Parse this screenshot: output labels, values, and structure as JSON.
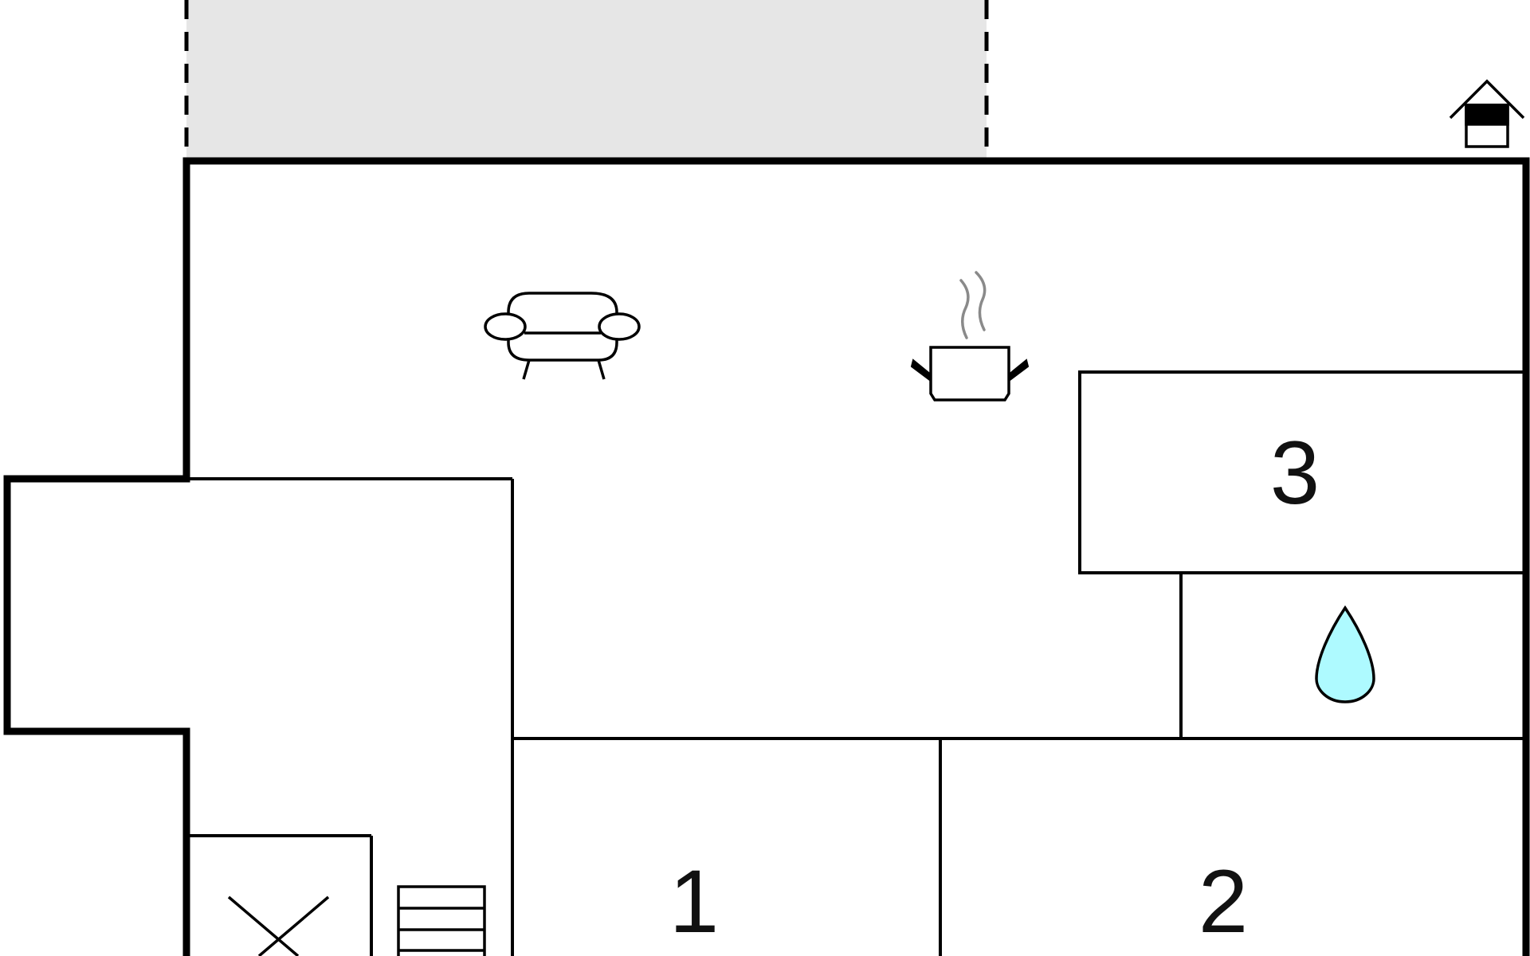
{
  "rooms": {
    "bedroom_1": {
      "label": "1"
    },
    "bedroom_2": {
      "label": "2"
    },
    "bedroom_3": {
      "label": "3"
    }
  },
  "icons": {
    "terrace": "terrace-area",
    "entrance": "house-entrance-icon",
    "living": "sofa-icon",
    "kitchen": "cooking-pot-icon",
    "bathroom": "water-drop-icon",
    "storage": "cross-box-icon",
    "stairs": "stairs-icon"
  },
  "colors": {
    "terrace": "#e6e6e6",
    "wall": "#000000",
    "water": "#aefaff",
    "steam": "#8a8a8a"
  }
}
